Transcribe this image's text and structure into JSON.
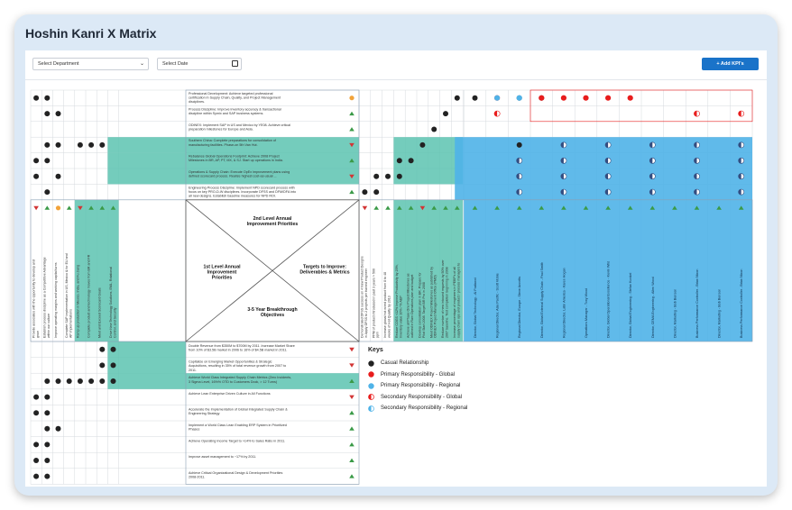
{
  "page_title": "Hoshin Kanri X Matrix",
  "toolbar": {
    "department_placeholder": "Select Department",
    "date_placeholder": "Select Date",
    "add_kpis_label": "+ Add KPI's"
  },
  "colors": {
    "green": "#5cc3b0",
    "blue": "#4fb3e8",
    "red": "#e81c1c",
    "dark": "#222222",
    "orange": "#f2a33a"
  },
  "center": {
    "top": "2nd Level Annual Improvement Priorities",
    "left": "1st Level Annual Improvement Priorities",
    "right": "Targets to Improve: Deliverables & Metrics",
    "bottom": "3-5 Year Breakthrough Objectives"
  },
  "top_priorities": [
    {
      "text": "Professional Development:  Achieve targeted professional certification in Supply Chain, Quality, and Project Management disciplines.",
      "status": "orange"
    },
    {
      "text": "Process Discipline:  Improve inventory accuracy & transactional discipline within Symix and SAP business systems.",
      "status": "up"
    },
    {
      "text": "ODINEX:  Implement SAP in US and Mexico by YE08.  Achieve critical preparation milestones for Europe and Asia.",
      "status": "up"
    },
    {
      "text": "Southern China:  Complete preparations for consolidation of manufacturing facilities.  Phase-on 5th Van Hut.",
      "status": "down"
    },
    {
      "text": "Rebalance Global Operations Footprint:  Achieve 2008 Project Milestones in BR, AP, PT, MX, & SJ.  Start up operations in India.",
      "status": "up"
    },
    {
      "text": "Operations & Supply Chain:  Execute OpEx improvement plans using defined scorecard process.  Realize highest cost-as-usual ...",
      "status": "down"
    },
    {
      "text": "Engineering Process Discipline:  Implement NPD scorecard process with focus on key PRO-D-W disciplines.  Incorporate DFSS and DFM/DFA into all new designs.  Establish baseline measures for NPD ROI.",
      "status": "up"
    }
  ],
  "bottom_objectives": [
    {
      "text": "Double Revenue from $350M to $700M by 2011.  Increase Market Share from 10% of $3.5B market in 2006 to 16% of $4.5B market in 2011.",
      "status": "down"
    },
    {
      "text": "Capitalize on Emerging Market Opportunities & Strategic Acquisitions, resulting in 35% of total revenue growth from 2007 to 2011.",
      "status": "down"
    },
    {
      "text": "Achieve World Class Integrated Supply Chain Metrics (Zero Incidents, 3 Sigma Level, 16%% OTD to Customers Dock, > 12 Turns)",
      "status": "up"
    },
    {
      "text": "Achieve Lean Enterprise Driven Culture in All Functions",
      "status": "down"
    },
    {
      "text": "Accelerate the Implementation of Global Integrated Supply Chain & Engineering Strategy",
      "status": "up"
    },
    {
      "text": "Implement a World Class Lean Enabling ERP System in Prioritized Phases",
      "status": "up"
    },
    {
      "text": "Achieve Operating Income Target to >14% to Sales Ratio in 2011.",
      "status": "up"
    },
    {
      "text": "Improve asset management to ~17% by 2011.",
      "status": "up"
    },
    {
      "text": "Achieve Critical Organizational Design & Development Priorities 2008-2011.",
      "status": "up"
    }
  ],
  "left_priorities": [
    {
      "text": "Provide associates with the opportunity to develop and grow",
      "status": "down"
    },
    {
      "text": "Establish process discipline as a Competitive Advantage within our culture",
      "status": "up"
    },
    {
      "text": "Improve operating margins and working capital turns",
      "status": "orange"
    },
    {
      "text": "Complete SAP implementation in US, Mexico & for EU and AP implementations",
      "status": "up"
    },
    {
      "text": "Ramp up production in Mexico, India, and Fu Jiang",
      "status": "down"
    },
    {
      "text": "Complete product and technology moves from BR and FR",
      "status": "up"
    },
    {
      "text": "Meet and Exceed Scorecard Goals",
      "status": "up"
    },
    {
      "text": "Drive New Technology Solutions, EML, Rotational Control, and Security",
      "status": "up"
    }
  ],
  "right_targets": [
    {
      "text": "Demonstrated DFSS success on 4 New Product Designs in Apply DFSS to 2 projects per trained engineer in 2008",
      "status": "down"
    },
    {
      "text": "PPM of product introduced in past 3 years > 500 ppm",
      "status": "up"
    },
    {
      "text": "Increase global hot wired product from 8 to 48 weeks of Hot Quality by 2013",
      "status": "up"
    },
    {
      "text": "Reduce COGS <12% Improve Productivity by 20%, Inventory value 10% / % AEP",
      "status": "up"
    },
    {
      "text": "Achieve all Phase One Project Milestones as outlined in Ram Operations plan and budget",
      "status": "up"
    },
    {
      "text": "Develop consolidation plan in BR, Prepare for Pilot Start 2008. Target BR Pro in 2008",
      "status": "down"
    },
    {
      "text": "Meet ODINEX Project Milestones as published by ODINEX Project Management Office (PMO)",
      "status": "up"
    },
    {
      "text": "Reduce number of new inbound requests by 50% over 2007 baseline. Test completion beginning in 2008",
      "status": "up"
    },
    {
      "text": "Increase percentage of engineers in PEBP's of all supply chain ops and product / process managers to use PEBP-Certified",
      "status": "up"
    }
  ],
  "people": [
    "Director, Global Technology - Al Fratianni",
    "Regional Director, Asia Pacific - Scott Vickie",
    "Regional Director, Europe - Steve Annetts",
    "Director, Global External Supply Chain - Paul Smith",
    "Regional Director, Latin America - Karen Hogan",
    "Operations Manager - Tony Wood",
    "Director, Global Operational Excellence - Kevin Wild",
    "Director, Global Engineering - Stefan Konkel",
    "Director, CEMA Engineering - Allen Wood",
    "Director, Marketing - Bob Benson",
    "Business Performance Controller - Brian Nixon",
    "Director, Marketing - Bob Benson",
    "Business Performance Controller - Brian Nixon"
  ],
  "keys": {
    "title": "Keys",
    "items": [
      {
        "label": "Casual Relationship",
        "icon": "black-dot"
      },
      {
        "label": "Primary Responsibility - Global",
        "icon": "red-dot"
      },
      {
        "label": "Primary Responsibility - Regional",
        "icon": "blue-dot"
      },
      {
        "label": "Secondary Responsibility - Global",
        "icon": "red-half-dot"
      },
      {
        "label": "Secondary Responsibility - Regional",
        "icon": "blue-half-dot"
      }
    ]
  },
  "matrix_marks": {
    "top_left_dots": [
      [
        0,
        0
      ],
      [
        0,
        1
      ],
      [
        1,
        1
      ],
      [
        1,
        2
      ],
      [
        3,
        1
      ],
      [
        3,
        2
      ],
      [
        3,
        4
      ],
      [
        3,
        5
      ],
      [
        3,
        6
      ],
      [
        4,
        0
      ],
      [
        4,
        1
      ],
      [
        5,
        0
      ],
      [
        5,
        2
      ],
      [
        6,
        1
      ]
    ],
    "top_right_dots": [
      [
        0,
        8
      ],
      [
        1,
        7
      ],
      [
        2,
        6
      ],
      [
        3,
        5
      ],
      [
        4,
        3
      ],
      [
        4,
        4
      ],
      [
        5,
        1
      ],
      [
        5,
        2
      ],
      [
        5,
        3
      ],
      [
        6,
        0
      ],
      [
        6,
        1
      ]
    ],
    "bottom_left_dots": [
      [
        0,
        6
      ],
      [
        0,
        7
      ],
      [
        1,
        6
      ],
      [
        1,
        7
      ],
      [
        2,
        1
      ],
      [
        2,
        2
      ],
      [
        2,
        3
      ],
      [
        2,
        4
      ],
      [
        2,
        5
      ],
      [
        2,
        6
      ],
      [
        2,
        7
      ],
      [
        3,
        0
      ],
      [
        3,
        1
      ],
      [
        4,
        0
      ],
      [
        4,
        1
      ],
      [
        5,
        1
      ],
      [
        5,
        2
      ],
      [
        6,
        0
      ],
      [
        6,
        1
      ],
      [
        7,
        0
      ],
      [
        7,
        1
      ],
      [
        8,
        0
      ],
      [
        8,
        1
      ]
    ],
    "people_grid": [
      [
        "B",
        "R",
        "B",
        "B",
        "R",
        "R",
        "R",
        "R",
        "",
        "",
        "",
        "",
        ""
      ],
      [
        "",
        "h",
        "",
        "",
        "",
        "",
        "",
        "",
        "",
        "",
        "h",
        "",
        "h"
      ],
      [
        "",
        "",
        "",
        "",
        "",
        "",
        "",
        "",
        "",
        "",
        "",
        "",
        ""
      ],
      [
        "",
        "",
        "B",
        "",
        "b",
        "",
        "b",
        "",
        "b",
        "",
        "b",
        "",
        "b"
      ],
      [
        "",
        "",
        "b",
        "",
        "b",
        "",
        "b",
        "",
        "b",
        "",
        "b",
        "",
        "b"
      ],
      [
        "",
        "",
        "b",
        "",
        "b",
        "",
        "b",
        "",
        "b",
        "",
        "b",
        "",
        "b"
      ],
      [
        "",
        "",
        "b",
        "",
        "b",
        "",
        "b",
        "",
        "b",
        "",
        "b",
        "",
        "b"
      ]
    ]
  }
}
